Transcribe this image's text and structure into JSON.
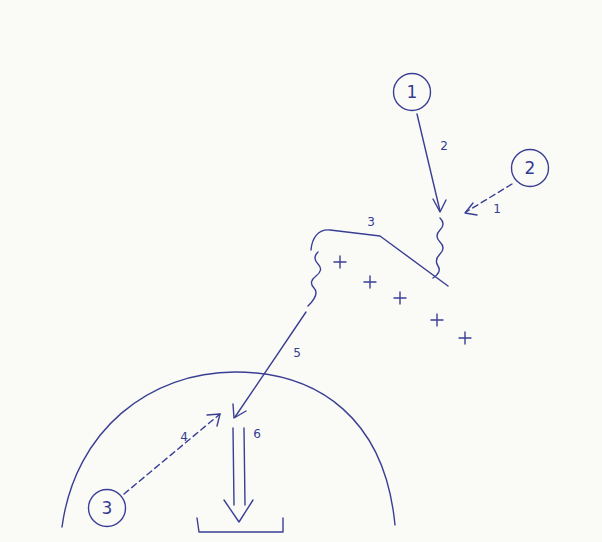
{
  "diagram": {
    "nodes": [
      {
        "text": [
          "1"
        ]
      },
      {
        "text": [
          "2"
        ]
      },
      {
        "text": [
          "3"
        ]
      }
    ],
    "labels": [
      "2",
      "1",
      "3",
      "5",
      "4",
      "6"
    ]
  }
}
